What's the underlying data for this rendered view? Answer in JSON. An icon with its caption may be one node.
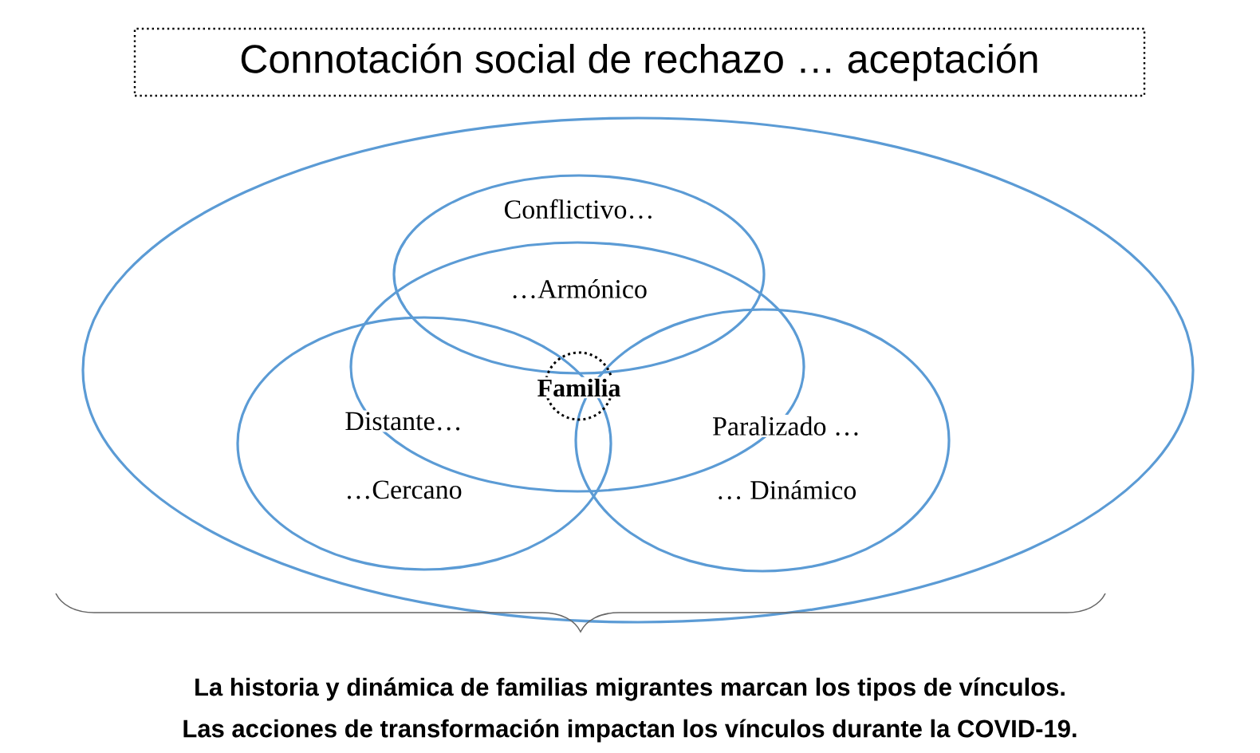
{
  "diagram": {
    "title": "Connotación social de rechazo … aceptación",
    "nodes": [
      {
        "text": [],
        "shape": "ellipse"
      },
      {
        "text": [
          "Conflictivo…",
          "…Armónico"
        ],
        "in": 0
      },
      {
        "text": [],
        "shape": "ellipse",
        "in": 0
      },
      {
        "text": [
          "Familia"
        ]
      },
      {
        "text": [
          "Distante…",
          "…Cercano"
        ],
        "in": 0
      },
      {
        "text": [
          "Paralizado …",
          "… Dinámico"
        ],
        "in": 0
      }
    ],
    "labels": [
      "La historia y dinámica de familias migrantes marcan los tipos de vínculos.",
      "Las acciones de transformación impactan los vínculos durante la COVID-19."
    ]
  }
}
